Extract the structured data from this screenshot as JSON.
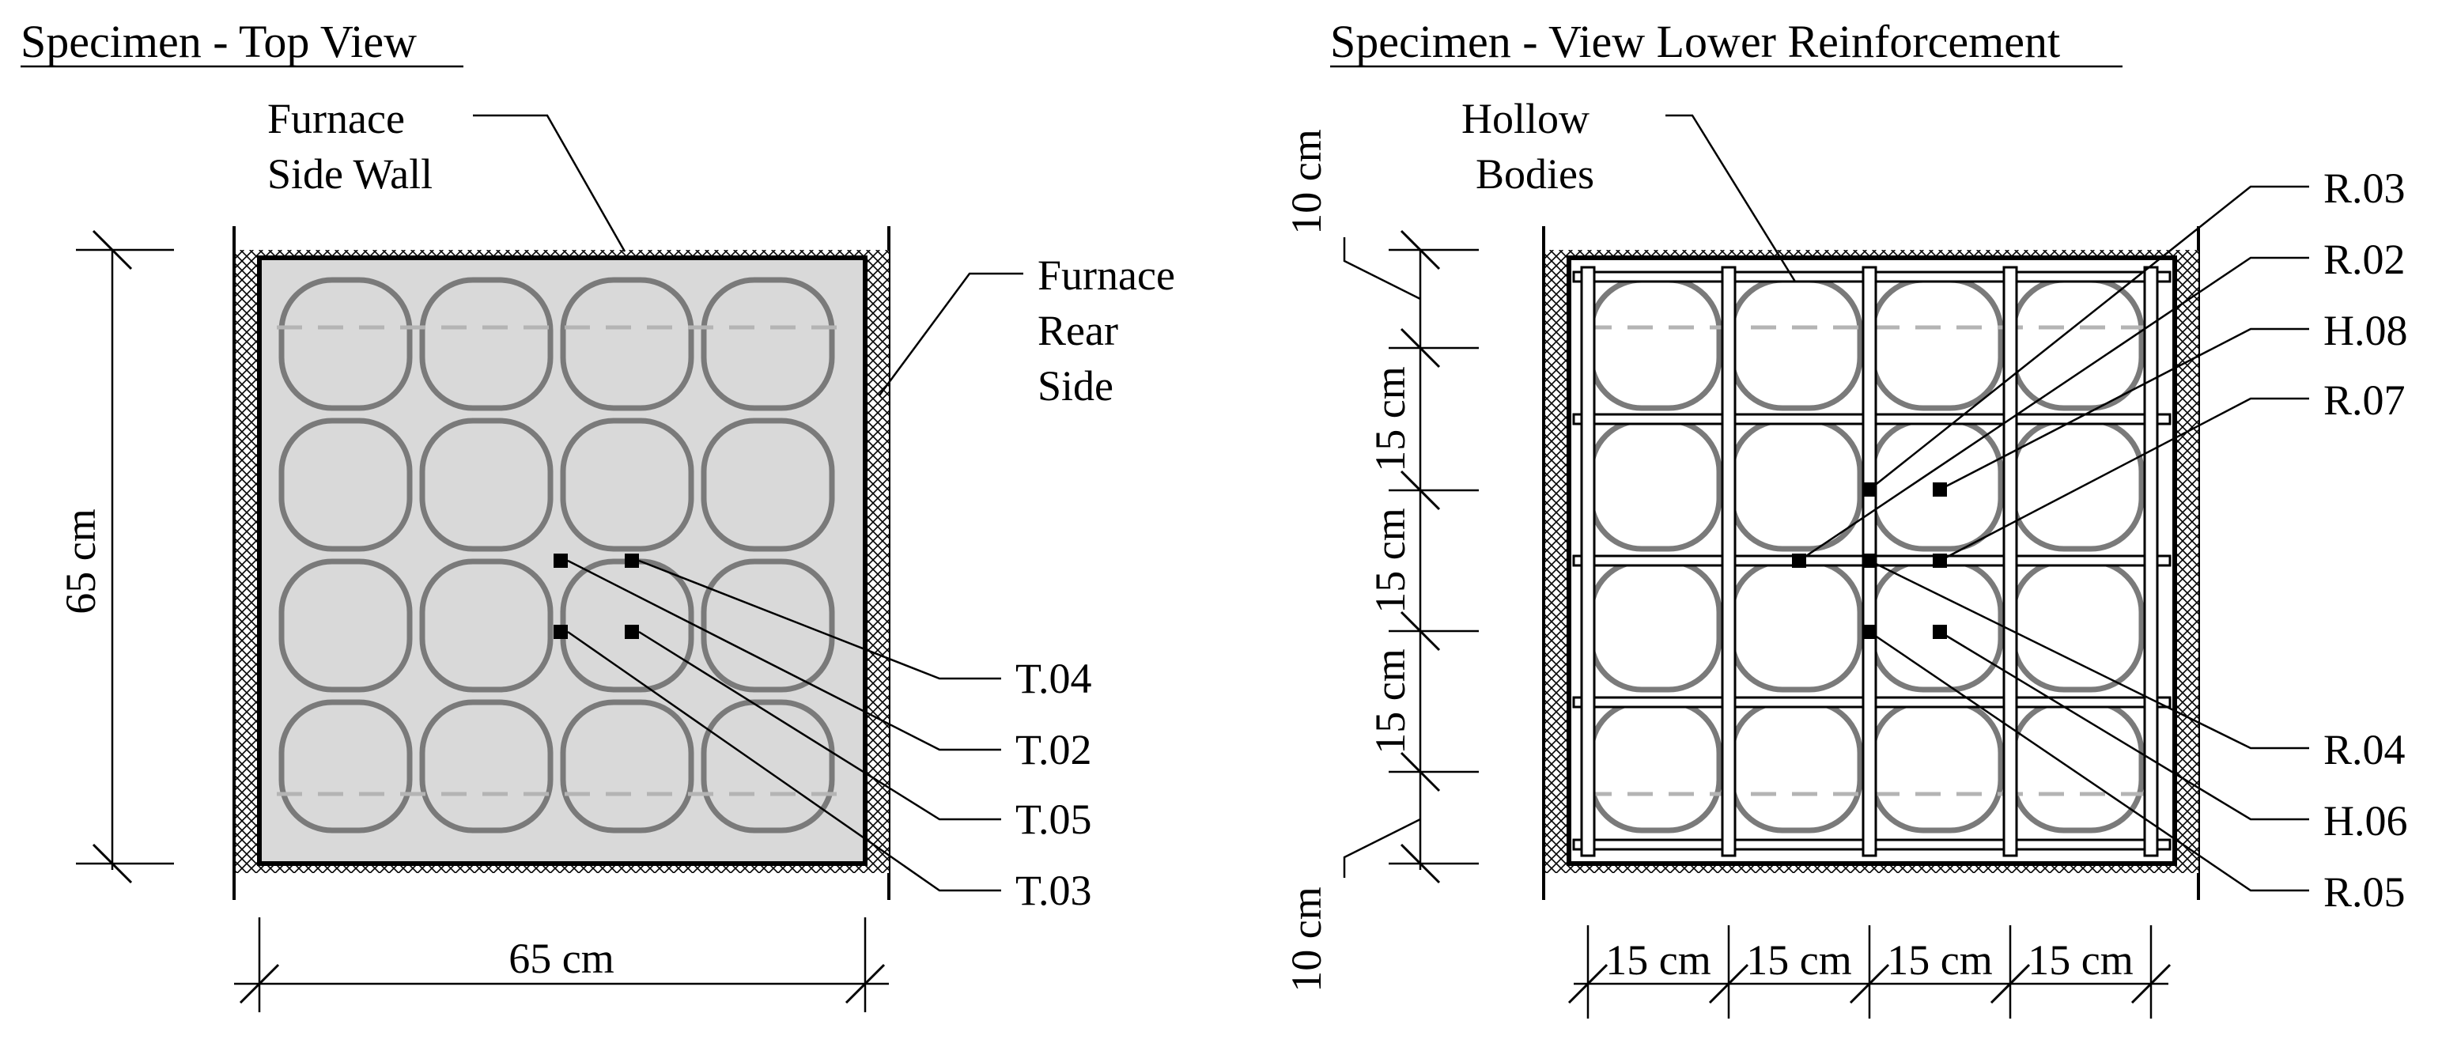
{
  "left_view": {
    "title": "Specimen - Top View",
    "labels": {
      "furnace_side_wall": [
        "Furnace",
        "Side Wall"
      ],
      "furnace_rear_side": [
        "Furnace",
        "Rear",
        "Side"
      ]
    },
    "dimensions": {
      "height": "65 cm",
      "width": "65 cm"
    },
    "sensors": [
      {
        "id": "T.04",
        "label": "T.04"
      },
      {
        "id": "T.02",
        "label": "T.02"
      },
      {
        "id": "T.05",
        "label": "T.05"
      },
      {
        "id": "T.03",
        "label": "T.03"
      }
    ],
    "colors": {
      "specimen_fill": "#d9d9d9",
      "hollow_stroke": "#7a7a7a",
      "dash": "#b4b4b4"
    }
  },
  "right_view": {
    "title": "Specimen - View Lower Reinforcement",
    "labels": {
      "hollow_bodies": [
        "Hollow",
        "Bodies"
      ]
    },
    "dimensions": {
      "left": [
        "10 cm",
        "15 cm",
        "15 cm",
        "15 cm",
        "10 cm"
      ],
      "bottom": [
        "15 cm",
        "15 cm",
        "15 cm",
        "15 cm"
      ]
    },
    "sensors": [
      {
        "id": "R.03",
        "label": "R.03"
      },
      {
        "id": "R.02",
        "label": "R.02"
      },
      {
        "id": "H.08",
        "label": "H.08"
      },
      {
        "id": "R.07",
        "label": "R.07"
      },
      {
        "id": "R.04",
        "label": "R.04"
      },
      {
        "id": "H.06",
        "label": "H.06"
      },
      {
        "id": "R.05",
        "label": "R.05"
      }
    ]
  }
}
